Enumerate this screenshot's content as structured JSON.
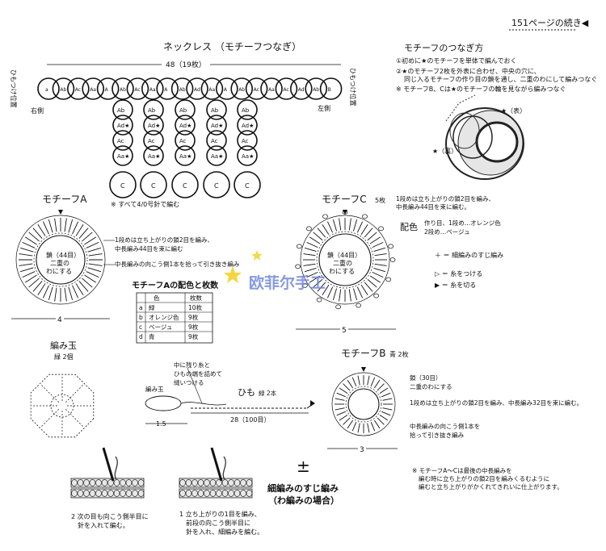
{
  "header": {
    "page_ref": "151ページの続き◀"
  },
  "necklace": {
    "title": "ネックレス （モチーフつなぎ）",
    "width_label": "48（19枚）",
    "left_tie": "ひもつけ位置",
    "right_tie": "ひもつけ位置",
    "right_side": "右側",
    "left_side": "左側",
    "chain_labels": [
      "Ab",
      "Ad★",
      "Ac",
      "Aa★",
      "C"
    ],
    "needle_note": "※ すべて4/0号針で編む"
  },
  "joining": {
    "title": "モチーフのつなぎ方",
    "step1": "①初めに★のモチーフを単体で編んでおく",
    "step2": "②★のモチーフ2枚を外表に合わせ、中央の穴に、",
    "step2b": "同じ入るモチーフの作り目の鎖を通し、二重のわにして編みつなぐ",
    "note": "※ モチーフB、Cは★のモチーフの輪を見ながら編みつなぐ",
    "front": "★（表）",
    "back": "★（裏）"
  },
  "motif_a": {
    "title": "モチーフA",
    "center": [
      "鎖（44目）",
      "二重の",
      "わにする"
    ],
    "note1": "1段めは立ち上がりの鎖2目を編み、",
    "note2": "中長編み44目を束に編む",
    "note3": "中長編みの向こう側1本を拾って引き抜き編み",
    "size": "4"
  },
  "motif_c": {
    "title": "モチーフC",
    "count": "5枚",
    "note1": "1段めは立ち上がりの鎖2目を編み、",
    "note2": "中長編み44目を束に編む。",
    "center": [
      "鎖（44目）",
      "二重の",
      "わにする"
    ],
    "size": "5"
  },
  "color": {
    "label": "配色",
    "line1": "作り目、1段め…オレンジ色",
    "line2": "2段め…ベージュ"
  },
  "legend": {
    "row1": "＋ ＝ 細編みのすじ編み",
    "row2": "▷ ＝ 糸をつける",
    "row3": "▶ ＝ 糸を切る"
  },
  "table": {
    "title": "モチーフAの配色と枚数",
    "headers": [
      "",
      "色",
      "枚数"
    ],
    "rows": [
      [
        "a",
        "緑",
        "10枚"
      ],
      [
        "b",
        "オレンジ色",
        "9枚"
      ],
      [
        "c",
        "ベージュ",
        "9枚"
      ],
      [
        "d",
        "青",
        "9枚"
      ]
    ]
  },
  "watermark": "欧菲尔手工",
  "bead": {
    "title": "編み玉",
    "sub": "緑 2個"
  },
  "cord": {
    "note1": "中に残り糸と",
    "note2": "ひもの端を詰めて",
    "note3": "縫いつける",
    "bead_label": "編み玉",
    "title": "ひも",
    "sub": "緑 2本",
    "length": "28（100目）",
    "offset": "1.5"
  },
  "motif_b": {
    "title": "モチーフB",
    "sub": "青 2枚",
    "note1": "鎖（30目）",
    "note2": "二重のわにする",
    "note3": "1段めは立ち上がりの鎖2目を編み、中長編み32目を束に編む。",
    "note4": "中長編みの向こう側1本を",
    "note5": "拾って引き抜き編み",
    "size": "3"
  },
  "bottom": {
    "symbol": "±",
    "title1": "細編みのすじ編み",
    "title2": "（わ編みの場合）",
    "step2a": "2 次の目も向こう側半目に",
    "step2b": "針を入れて編む。",
    "step1a": "1 立ち上がりの1目を編み、",
    "step1b": "前段の向こう側半目に",
    "step1c": "針を入れ、細編みを編む。",
    "note1": "※ モチーフA～Cは最後の中長編みを",
    "note2": "編む時に立ち上がりの鎖2目を編みくるむように",
    "note3": "編むと立ち上がりがかくれてきれいに仕上がります。"
  }
}
